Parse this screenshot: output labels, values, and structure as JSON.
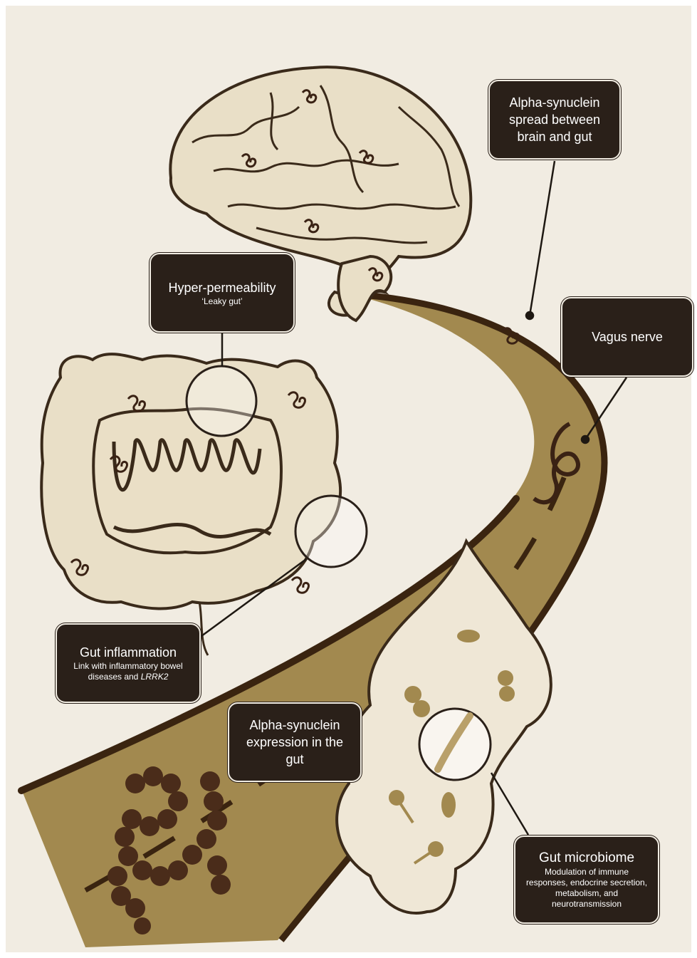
{
  "colors": {
    "background": "#f1ece2",
    "nerve_fill": "#a2894f",
    "outline": "#3a2a1a",
    "organ_fill": "#e9dfc7",
    "label_bg": "#2a2019",
    "synuclein": "#4a2c1a"
  },
  "icons": [
    "brain-icon",
    "intestine-icon",
    "microbiome-icon",
    "alpha-synuclein-icon",
    "vagus-nerve-icon"
  ],
  "labels": {
    "spread": {
      "title": "Alpha-synuclein spread between brain and gut"
    },
    "vagus": {
      "title": "Vagus nerve"
    },
    "hyper": {
      "title": "Hyper-permeability",
      "subtitle": "‘Leaky gut’"
    },
    "inflammation": {
      "title": "Gut inflammation",
      "subtitle_pre": "Link with inflammatory bowel diseases and ",
      "subtitle_gene": "LRRK2"
    },
    "expression": {
      "title": "Alpha-synuclein expression in the gut"
    },
    "microbiome": {
      "title": "Gut microbiome",
      "subtitle": "Modulation of immune responses, endocrine secretion, metabolism, and neurotransmission"
    }
  }
}
